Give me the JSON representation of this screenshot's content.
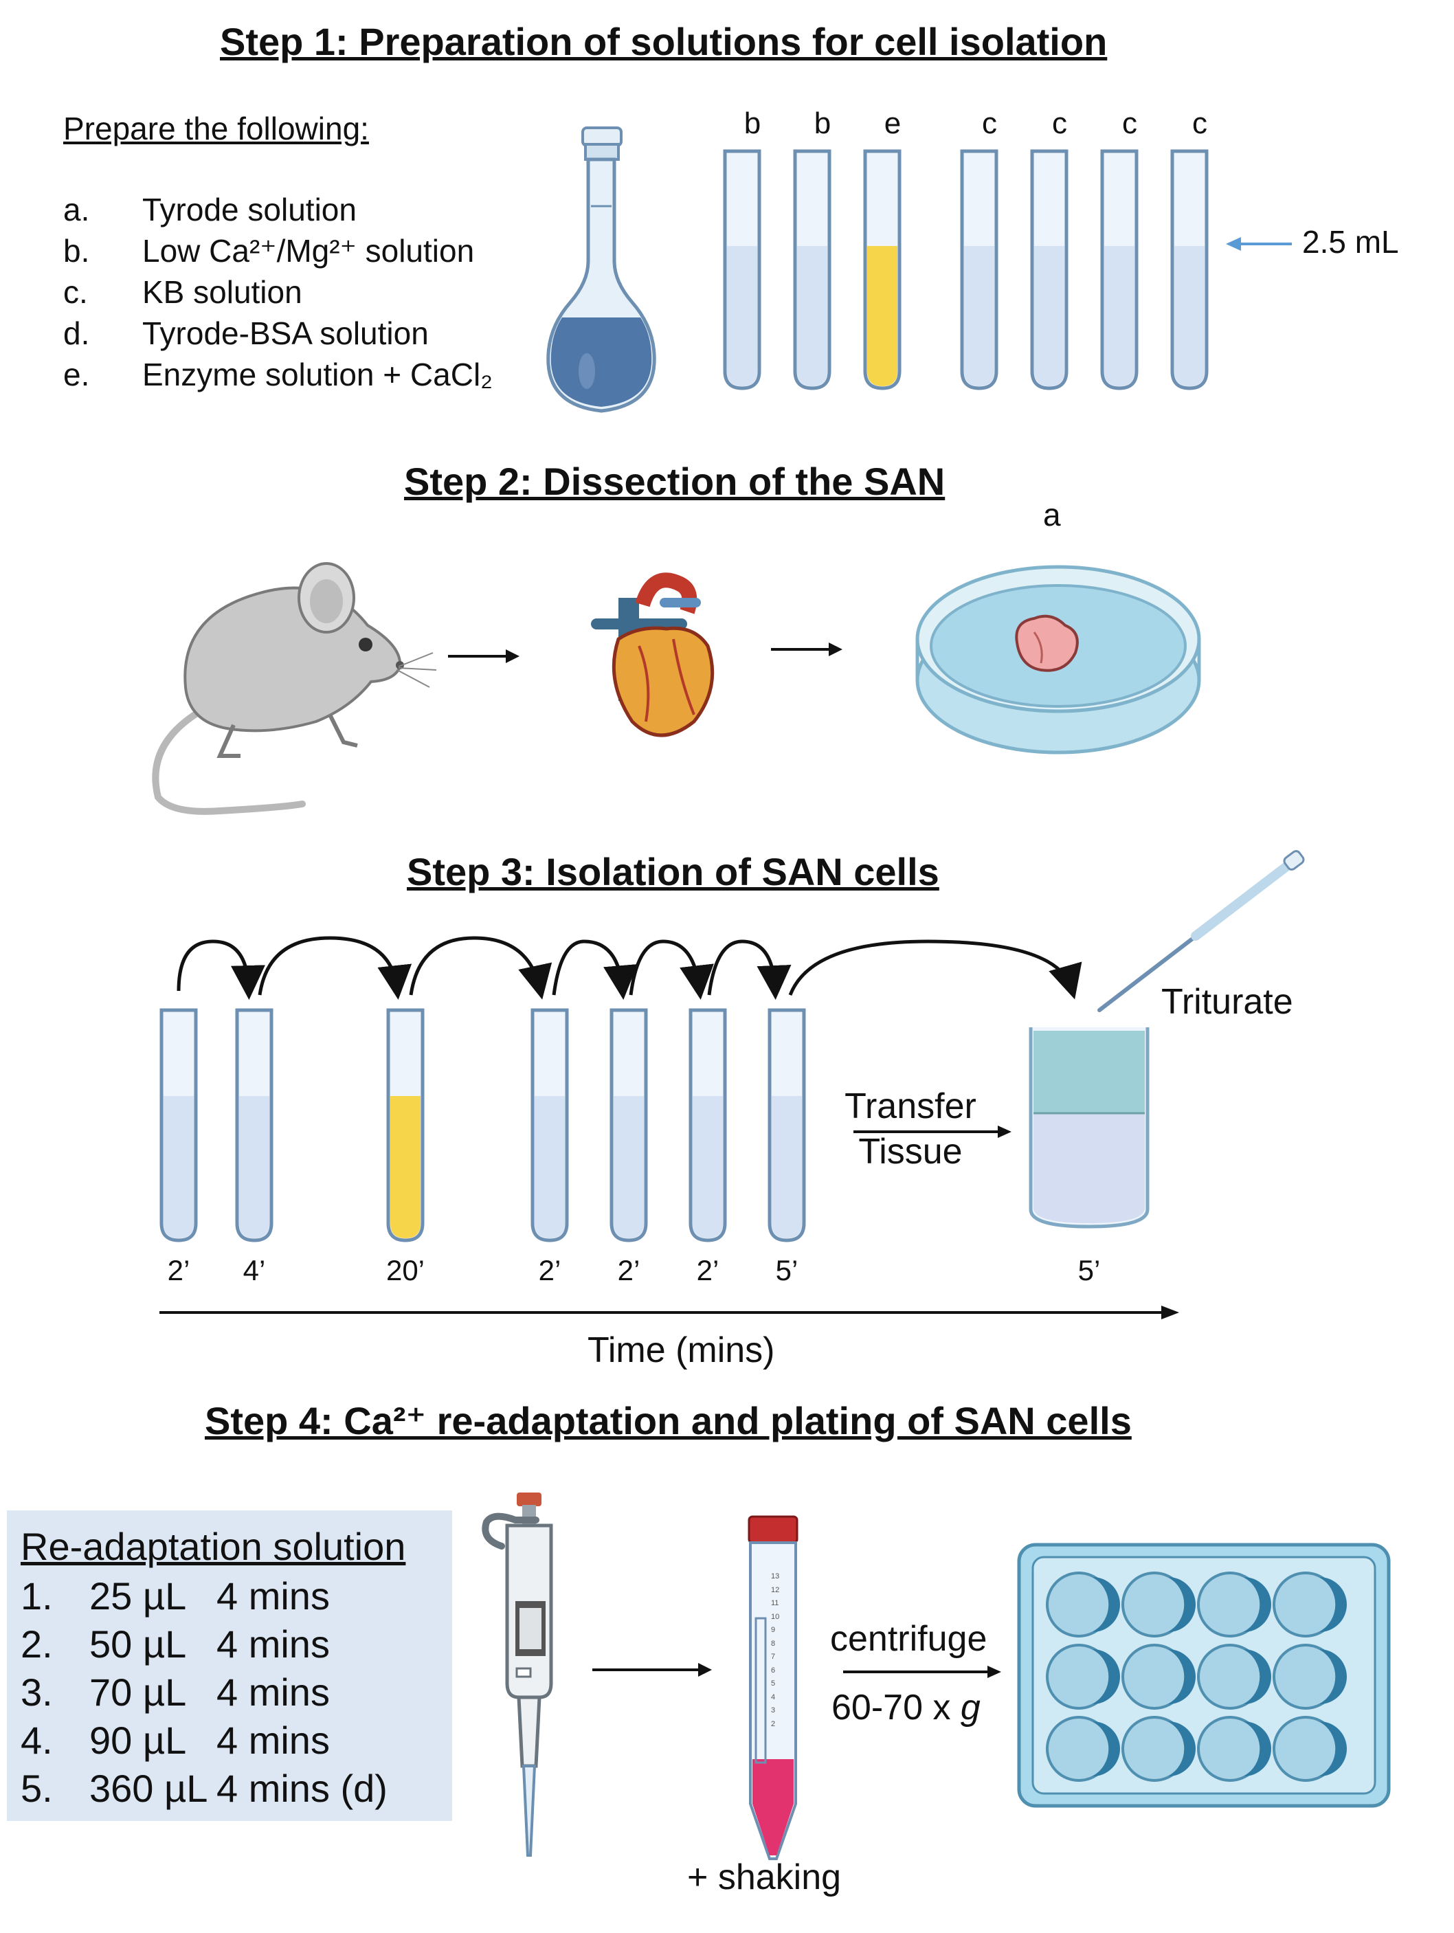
{
  "step1": {
    "title": "Step 1: Preparation of solutions for cell isolation",
    "prepare_heading": "Prepare the following:",
    "solutions": [
      {
        "letter": "a.",
        "name": "Tyrode solution"
      },
      {
        "letter": "b.",
        "name": "Low Ca²⁺/Mg²⁺ solution"
      },
      {
        "letter": "c.",
        "name": "KB solution"
      },
      {
        "letter": "d.",
        "name": "Tyrode-BSA solution"
      },
      {
        "letter": "e.",
        "name": "Enzyme solution + CaCl₂"
      }
    ],
    "tube_labels": [
      "b",
      "b",
      "e",
      "c",
      "c",
      "c",
      "c"
    ],
    "volume_label": "2.5 mL"
  },
  "step2": {
    "title": "Step 2: Dissection of the SAN",
    "dish_label": "a"
  },
  "step3": {
    "title": "Step 3: Isolation of SAN cells",
    "time_labels": [
      "2’",
      "4’",
      "20’",
      "2’",
      "2’",
      "2’",
      "5’",
      "5’"
    ],
    "transfer_line1": "Transfer",
    "transfer_line2": "Tissue",
    "triturate": "Triturate",
    "axis_label": "Time (mins)"
  },
  "step4": {
    "title": "Step 4: Ca²⁺ re-adaptation and plating of SAN cells",
    "readapt_heading": "Re-adaptation solution",
    "readapt_rows": [
      {
        "n": "1.",
        "vol": "25 µL",
        "time": "4 mins"
      },
      {
        "n": "2.",
        "vol": "50 µL",
        "time": "4 mins"
      },
      {
        "n": "3.",
        "vol": "70 µL",
        "time": "4 mins"
      },
      {
        "n": "4.",
        "vol": "90 µL",
        "time": "4 mins"
      },
      {
        "n": "5.",
        "vol": "360 µL",
        "time": "4 mins (d)"
      }
    ],
    "centrifuge": "centrifuge",
    "speed_prefix": "60-70 x ",
    "speed_unit": "g",
    "shaking": "+ shaking",
    "tube_scale": [
      "13",
      "12",
      "11",
      "10",
      "9",
      "8",
      "7",
      "6",
      "5",
      "4",
      "3",
      "2"
    ]
  },
  "colors": {
    "tube_liquid": "#d4e2f4",
    "enzyme_liquid": "#f7d54a",
    "flask_liquid": "#4f77a8",
    "arrow_blue": "#5b9bd5",
    "readapt_bg": "#dce7f3",
    "well_plate": "#a9d9ec",
    "pink_liquid": "#e2336e"
  }
}
